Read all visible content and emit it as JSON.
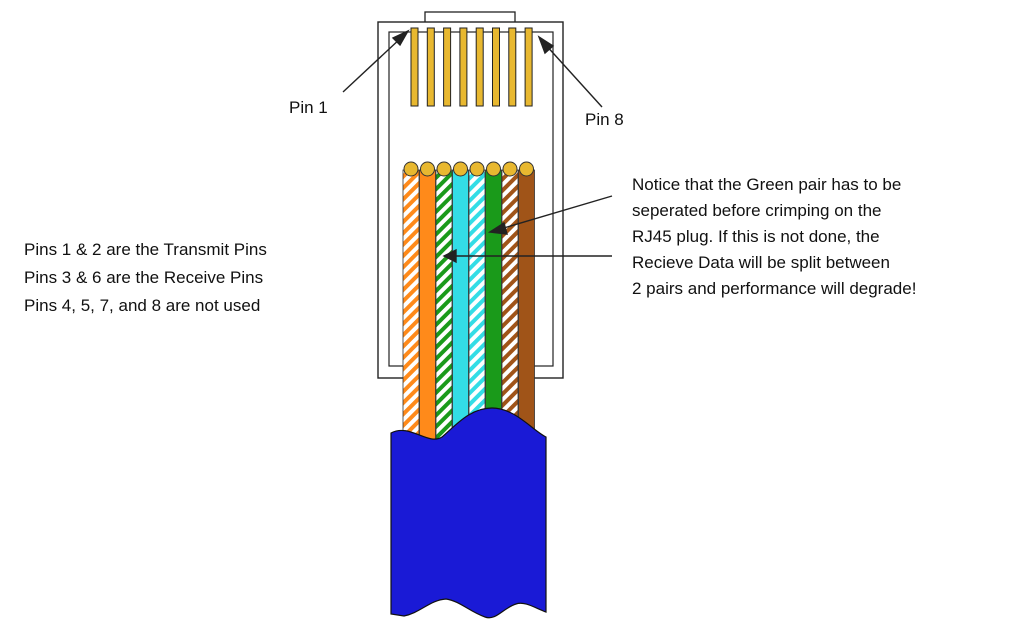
{
  "labels": {
    "pin1": "Pin 1",
    "pin8": "Pin 8"
  },
  "info_lines": [
    "Pins 1 & 2 are the Transmit Pins",
    "Pins 3 & 6 are the Receive Pins",
    "Pins 4, 5, 7, and 8 are not used"
  ],
  "note_lines": [
    "Notice that the Green pair has to be",
    "seperated before crimping on the",
    "RJ45 plug. If this is not done, the",
    "Recieve Data will be split between",
    "2 pairs and performance will degrade!"
  ],
  "colors": {
    "jacket": "#1a1ad6",
    "contact": "#e8b830",
    "orange": "#ff8a1a",
    "green": "#1a9a1a",
    "blue": "#33dde6",
    "brown": "#a05418"
  },
  "wires": [
    {
      "name": "white-orange",
      "stripe": "orange"
    },
    {
      "name": "orange",
      "solid": "orange"
    },
    {
      "name": "white-green",
      "stripe": "green"
    },
    {
      "name": "blue",
      "solid": "blue"
    },
    {
      "name": "white-blue",
      "stripe": "blue"
    },
    {
      "name": "green",
      "solid": "green"
    },
    {
      "name": "white-brown",
      "stripe": "brown"
    },
    {
      "name": "brown",
      "solid": "brown"
    }
  ]
}
